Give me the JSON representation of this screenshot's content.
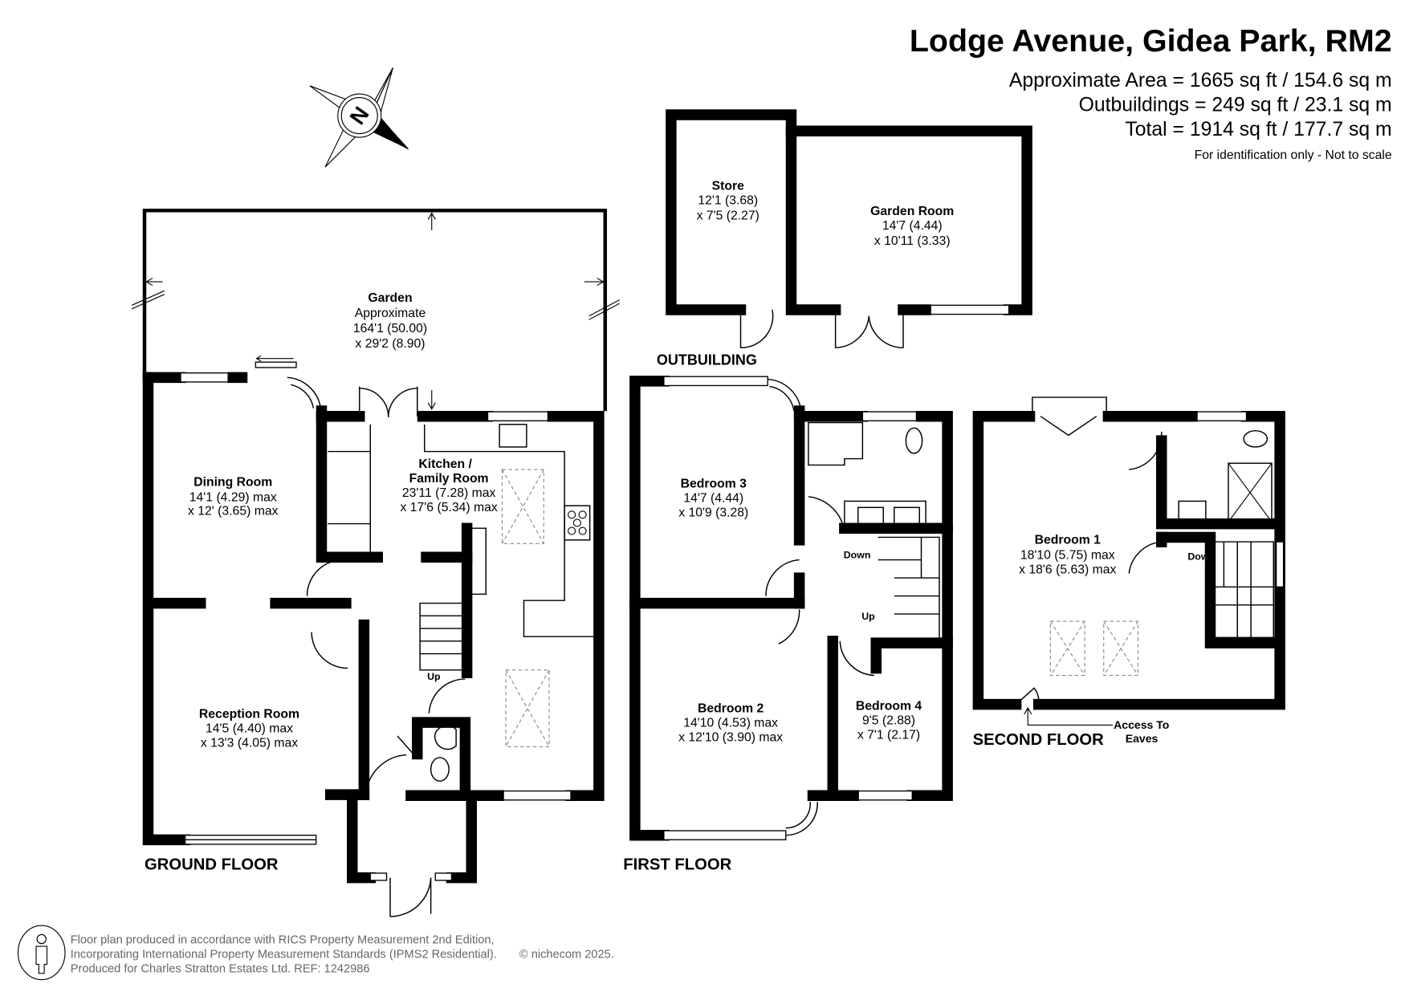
{
  "header": {
    "title": "Lodge Avenue, Gidea Park, RM2",
    "area": "Approximate Area = 1665 sq ft / 154.6 sq m",
    "outbuildings": "Outbuildings = 249 sq ft / 23.1 sq m",
    "total": "Total = 1914 sq ft / 177.7 sq m",
    "note": "For identification only - Not to scale"
  },
  "compass": {
    "label": "N",
    "icon": "compass-rose-icon"
  },
  "floors": {
    "ground": "GROUND FLOOR",
    "first": "FIRST FLOOR",
    "second": "SECOND FLOOR",
    "outbuilding": "OUTBUILDING"
  },
  "rooms": {
    "garden": {
      "name": "Garden",
      "l1": "Approximate",
      "l2": "164'1 (50.00)",
      "l3": "x 29'2 (8.90)"
    },
    "dining": {
      "name": "Dining Room",
      "l1": "14'1 (4.29) max",
      "l2": "x 12' (3.65) max"
    },
    "kitchen": {
      "name1": "Kitchen /",
      "name2": "Family Room",
      "l1": "23'11 (7.28) max",
      "l2": "x 17'6 (5.34) max"
    },
    "reception": {
      "name": "Reception Room",
      "l1": "14'5 (4.40) max",
      "l2": "x 13'3 (4.05) max"
    },
    "store": {
      "name": "Store",
      "l1": "12'1 (3.68)",
      "l2": "x 7'5 (2.27)"
    },
    "garden_room": {
      "name": "Garden Room",
      "l1": "14'7 (4.44)",
      "l2": "x 10'11 (3.33)"
    },
    "bedroom3": {
      "name": "Bedroom 3",
      "l1": "14'7 (4.44)",
      "l2": "x 10'9 (3.28)"
    },
    "bedroom2": {
      "name": "Bedroom 2",
      "l1": "14'10 (4.53) max",
      "l2": "x 12'10 (3.90) max"
    },
    "bedroom4": {
      "name": "Bedroom 4",
      "l1": "9'5 (2.88)",
      "l2": "x 7'1 (2.17)"
    },
    "bedroom1": {
      "name": "Bedroom 1",
      "l1": "18'10 (5.75) max",
      "l2": "x 18'6 (5.63) max"
    }
  },
  "stairs": {
    "up": "Up",
    "down": "Down"
  },
  "eaves": {
    "l1": "Access To",
    "l2": "Eaves"
  },
  "footer": {
    "line1": "Floor plan produced in accordance with RICS Property Measurement 2nd Edition,",
    "line2": "Incorporating International Property Measurement Standards (IPMS2 Residential).",
    "copyright": "© nichecom 2025.",
    "line3": "Produced for Charles Stratton Estates Ltd.   REF:  1242986"
  }
}
